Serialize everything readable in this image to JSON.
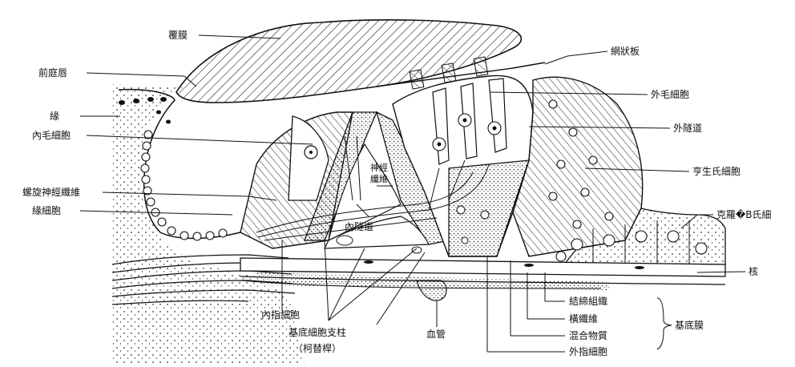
{
  "labels": {
    "tectorial_membrane": "覆膜",
    "vestibular_lip": "前庭唇",
    "limbus": "緣",
    "inner_hair_cell": "內毛細胞",
    "spiral_nerve_fibers": "螺旋神經纖維",
    "border_cell": "緣細胞",
    "nerve_fibers": "神經\n纖維",
    "inner_tunnel": "內隧道",
    "reticular_lamina": "網狀板",
    "outer_hair_cell": "外毛細胞",
    "outer_tunnel": "外隧道",
    "hensen_cells": "亨生氏細胞",
    "claudius_cells": "克羅�B氏細",
    "nucleus": "核",
    "inner_phalangeal_cell": "內指細胞",
    "pillar_cells": "基底細胞支柱",
    "pillar_cells_note": "（柯替桿）",
    "blood_vessel": "血管",
    "connective_tissue": "結締組織",
    "transverse_fibers": "橫纖維",
    "ground_substance": "混合物質",
    "outer_phalangeal_cell": "外指細胞",
    "basilar_membrane": "基底膜"
  }
}
